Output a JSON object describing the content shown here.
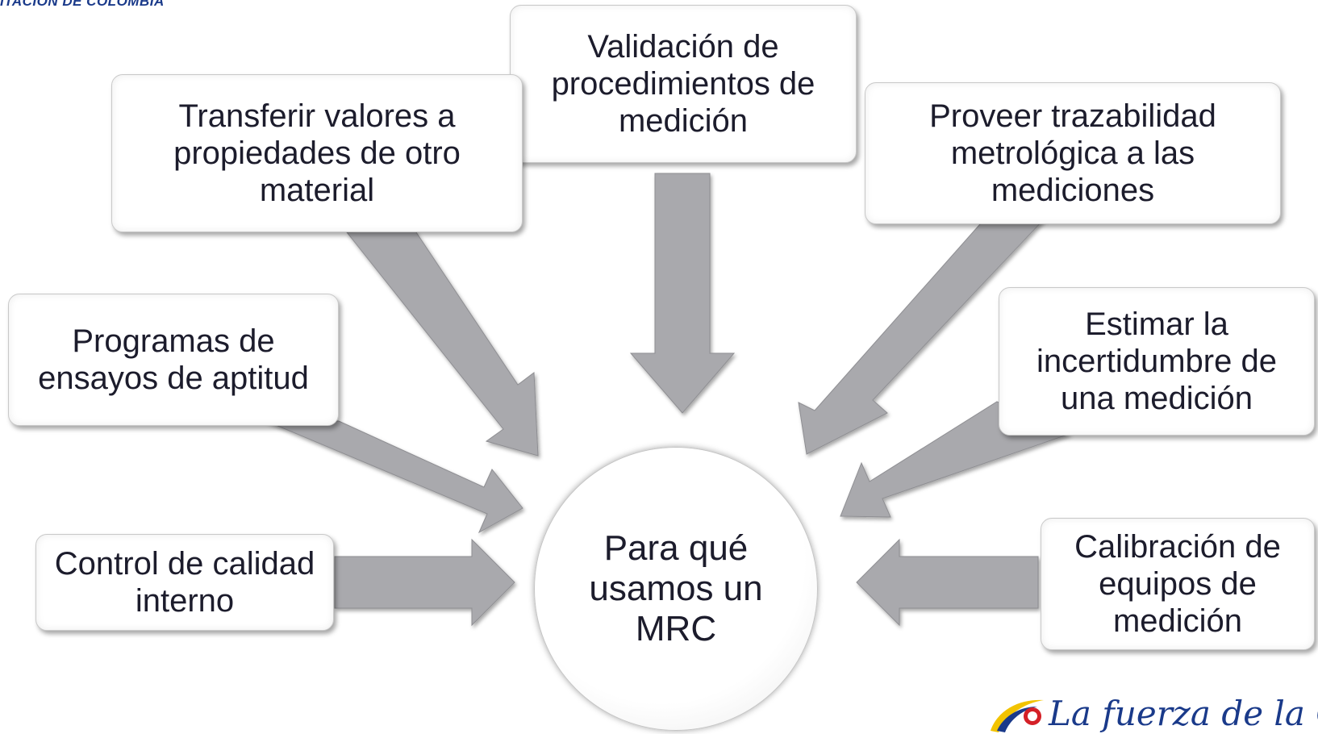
{
  "header_tag": "ITACIÓN DE COLOMBIA",
  "center": {
    "text": "Para qué usamos un MRC"
  },
  "boxes": {
    "validacion": "Validación de procedimientos de medición",
    "transferir": "Transferir valores a propiedades de otro material",
    "proveer": "Proveer trazabilidad metrológica a las mediciones",
    "programas": "Programas de ensayos de aptitud",
    "estimar": "Estimar la incertidumbre de una medición",
    "control": "Control de calidad interno",
    "calibracion": "Calibración de equipos de medición"
  },
  "brand": {
    "text": "La fuerza de la Co"
  },
  "colors": {
    "arrow_fill": "#a9a9ad",
    "box_border": "#c9c9c9",
    "text": "#1c1c2c",
    "brand_blue": "#1a3a8a",
    "brand_yellow": "#f2c300",
    "brand_red": "#d42027"
  }
}
